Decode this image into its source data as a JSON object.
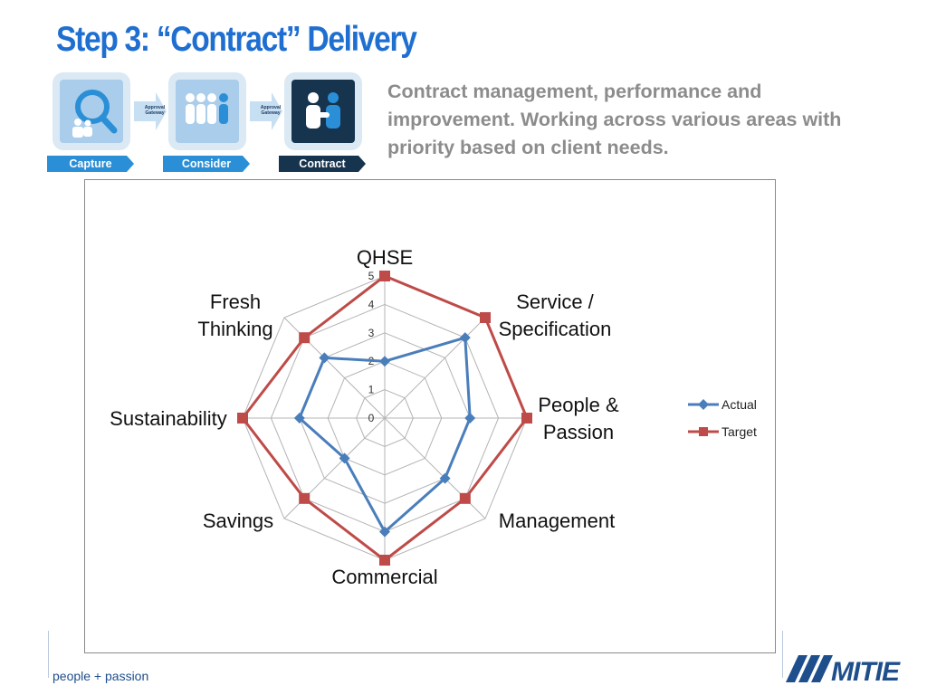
{
  "slide": {
    "title": "Step 3: “Contract” Delivery",
    "intro": "Contract management, performance and improvement. Working across various areas with priority based on client needs."
  },
  "process": {
    "steps": [
      {
        "label": "Capture",
        "icon": "magnifier-people-icon",
        "active": false
      },
      {
        "label": "Consider",
        "icon": "people-group-icon",
        "active": false
      },
      {
        "label": "Contract",
        "icon": "handshake-icon",
        "active": true
      }
    ],
    "gateways": [
      {
        "label": "Approval Gateway"
      },
      {
        "label": "Approval Gateway"
      }
    ]
  },
  "chart_data": {
    "type": "radar",
    "categories": [
      "QHSE",
      "Service / Specification",
      "People & Passion",
      "Management",
      "Commercial",
      "Savings",
      "Sustainability",
      "Fresh Thinking"
    ],
    "rlim": [
      0,
      5
    ],
    "ticks": [
      0,
      1,
      2,
      3,
      4,
      5
    ],
    "grid": true,
    "legend": "right",
    "series": [
      {
        "name": "Actual",
        "values": [
          2,
          4,
          3,
          3,
          4,
          2,
          3,
          3
        ],
        "color": "#4a7ebb",
        "marker": "diamond"
      },
      {
        "name": "Target",
        "values": [
          5,
          5,
          5,
          4,
          5,
          4,
          5,
          4
        ],
        "color": "#be4b48",
        "marker": "square"
      }
    ]
  },
  "footer": {
    "tagline": "people + passion",
    "logo_text": "MITIE",
    "brand_color": "#1f4e8c"
  }
}
